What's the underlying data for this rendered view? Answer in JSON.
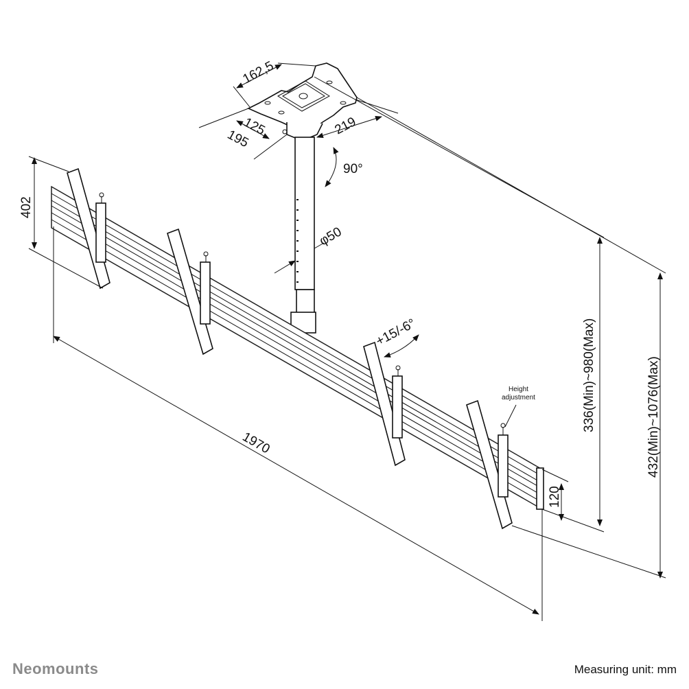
{
  "dimensions": {
    "plate_width": "162,5",
    "plate_hole_a": "125",
    "plate_depth": "195",
    "plate_length": "219",
    "rotation": "90°",
    "pole_diameter": "φ50",
    "bracket_height": "402",
    "tilt": "+15/-6°",
    "total_width": "1970",
    "rail_height": "120",
    "drop_range": "336(Min)~980(Max)",
    "total_drop_range": "432(Min)~1076(Max)"
  },
  "annotation": {
    "line1": "Height",
    "line2": "adjustment"
  },
  "footer": {
    "brand": "Neomounts",
    "unit": "Measuring unit: mm"
  }
}
